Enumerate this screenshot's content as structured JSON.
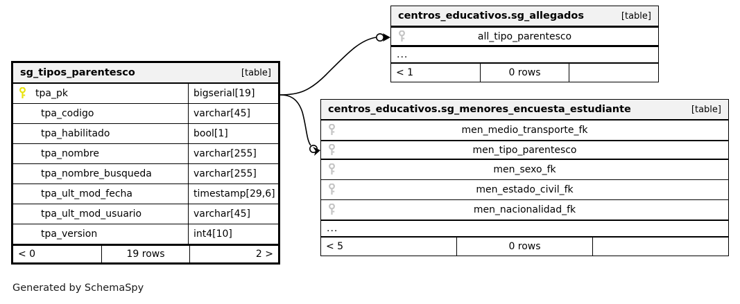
{
  "diagram": {
    "caption": "Generated by SchemaSpy",
    "table_kind_label": "[table]",
    "ellipsis": "...",
    "colors": {
      "primary_key_icon": "#e8e30e",
      "foreign_key_icon": "#c4c4c4",
      "header_background": "#f2f2f2",
      "border": "#000000",
      "page_background": "#ffffff"
    }
  },
  "tables": {
    "sg_tipos_parentesco": {
      "title": "sg_tipos_parentesco",
      "kind": "[table]",
      "columns": [
        {
          "name": "tpa_pk",
          "type": "bigserial[19]",
          "key": "primary"
        },
        {
          "name": "tpa_codigo",
          "type": "varchar[45]",
          "key": "none"
        },
        {
          "name": "tpa_habilitado",
          "type": "bool[1]",
          "key": "none"
        },
        {
          "name": "tpa_nombre",
          "type": "varchar[255]",
          "key": "none"
        },
        {
          "name": "tpa_nombre_busqueda",
          "type": "varchar[255]",
          "key": "none"
        },
        {
          "name": "tpa_ult_mod_fecha",
          "type": "timestamp[29,6]",
          "key": "none"
        },
        {
          "name": "tpa_ult_mod_usuario",
          "type": "varchar[45]",
          "key": "none"
        },
        {
          "name": "tpa_version",
          "type": "int4[10]",
          "key": "none"
        }
      ],
      "footer": {
        "left": "< 0",
        "center": "19 rows",
        "right": "2 >"
      }
    },
    "sg_allegados": {
      "title": "centros_educativos.sg_allegados",
      "kind": "[table]",
      "columns": [
        {
          "name": "all_tipo_parentesco",
          "key": "foreign"
        }
      ],
      "has_ellipsis": true,
      "footer": {
        "left": "< 1",
        "center": "0 rows",
        "right": ""
      }
    },
    "sg_menores_encuesta_estudiante": {
      "title": "centros_educativos.sg_menores_encuesta_estudiante",
      "kind": "[table]",
      "columns": [
        {
          "name": "men_medio_transporte_fk",
          "key": "foreign"
        },
        {
          "name": "men_tipo_parentesco",
          "key": "foreign"
        },
        {
          "name": "men_sexo_fk",
          "key": "foreign"
        },
        {
          "name": "men_estado_civil_fk",
          "key": "foreign"
        },
        {
          "name": "men_nacionalidad_fk",
          "key": "foreign"
        }
      ],
      "has_ellipsis": true,
      "footer": {
        "left": "< 5",
        "center": "0 rows",
        "right": ""
      }
    }
  },
  "relationships": [
    {
      "from_table": "sg_tipos_parentesco",
      "from_column": "tpa_pk",
      "to_table": "sg_allegados",
      "to_column": "all_tipo_parentesco"
    },
    {
      "from_table": "sg_tipos_parentesco",
      "from_column": "tpa_pk",
      "to_table": "sg_menores_encuesta_estudiante",
      "to_column": "men_tipo_parentesco"
    }
  ]
}
